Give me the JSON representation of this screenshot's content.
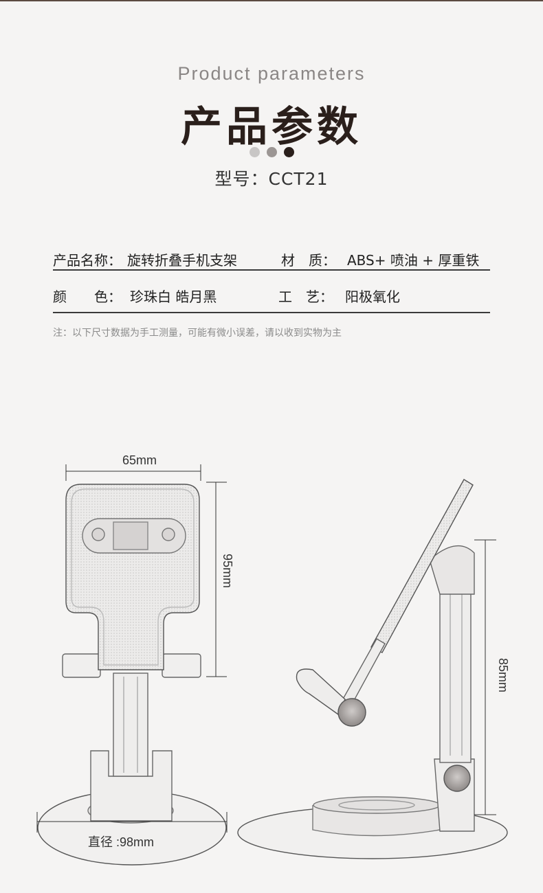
{
  "header": {
    "title_en": "Product parameters",
    "title_cn": "产品参数",
    "model": "型号：CCT21",
    "dot_colors": [
      "#c8c6c5",
      "#9c9694",
      "#2a1f1b"
    ]
  },
  "specs": {
    "row1": {
      "name_label": "产品名称：",
      "name_value": "旋转折叠手机支架",
      "material_label": "材　质：",
      "material_value": "ABS+ 喷油 + 厚重铁"
    },
    "row2": {
      "color_label": "颜　　色：",
      "color_value": "珍珠白  皓月黑",
      "process_label": "工　艺：",
      "process_value": "阳极氧化"
    },
    "note": "注：以下尺寸数据为手工测量，可能有微小误差，请以收到实物为主"
  },
  "dimensions": {
    "width": "65mm",
    "holder_height": "95mm",
    "side_height": "85mm",
    "base_diameter": "直径 :98mm"
  }
}
